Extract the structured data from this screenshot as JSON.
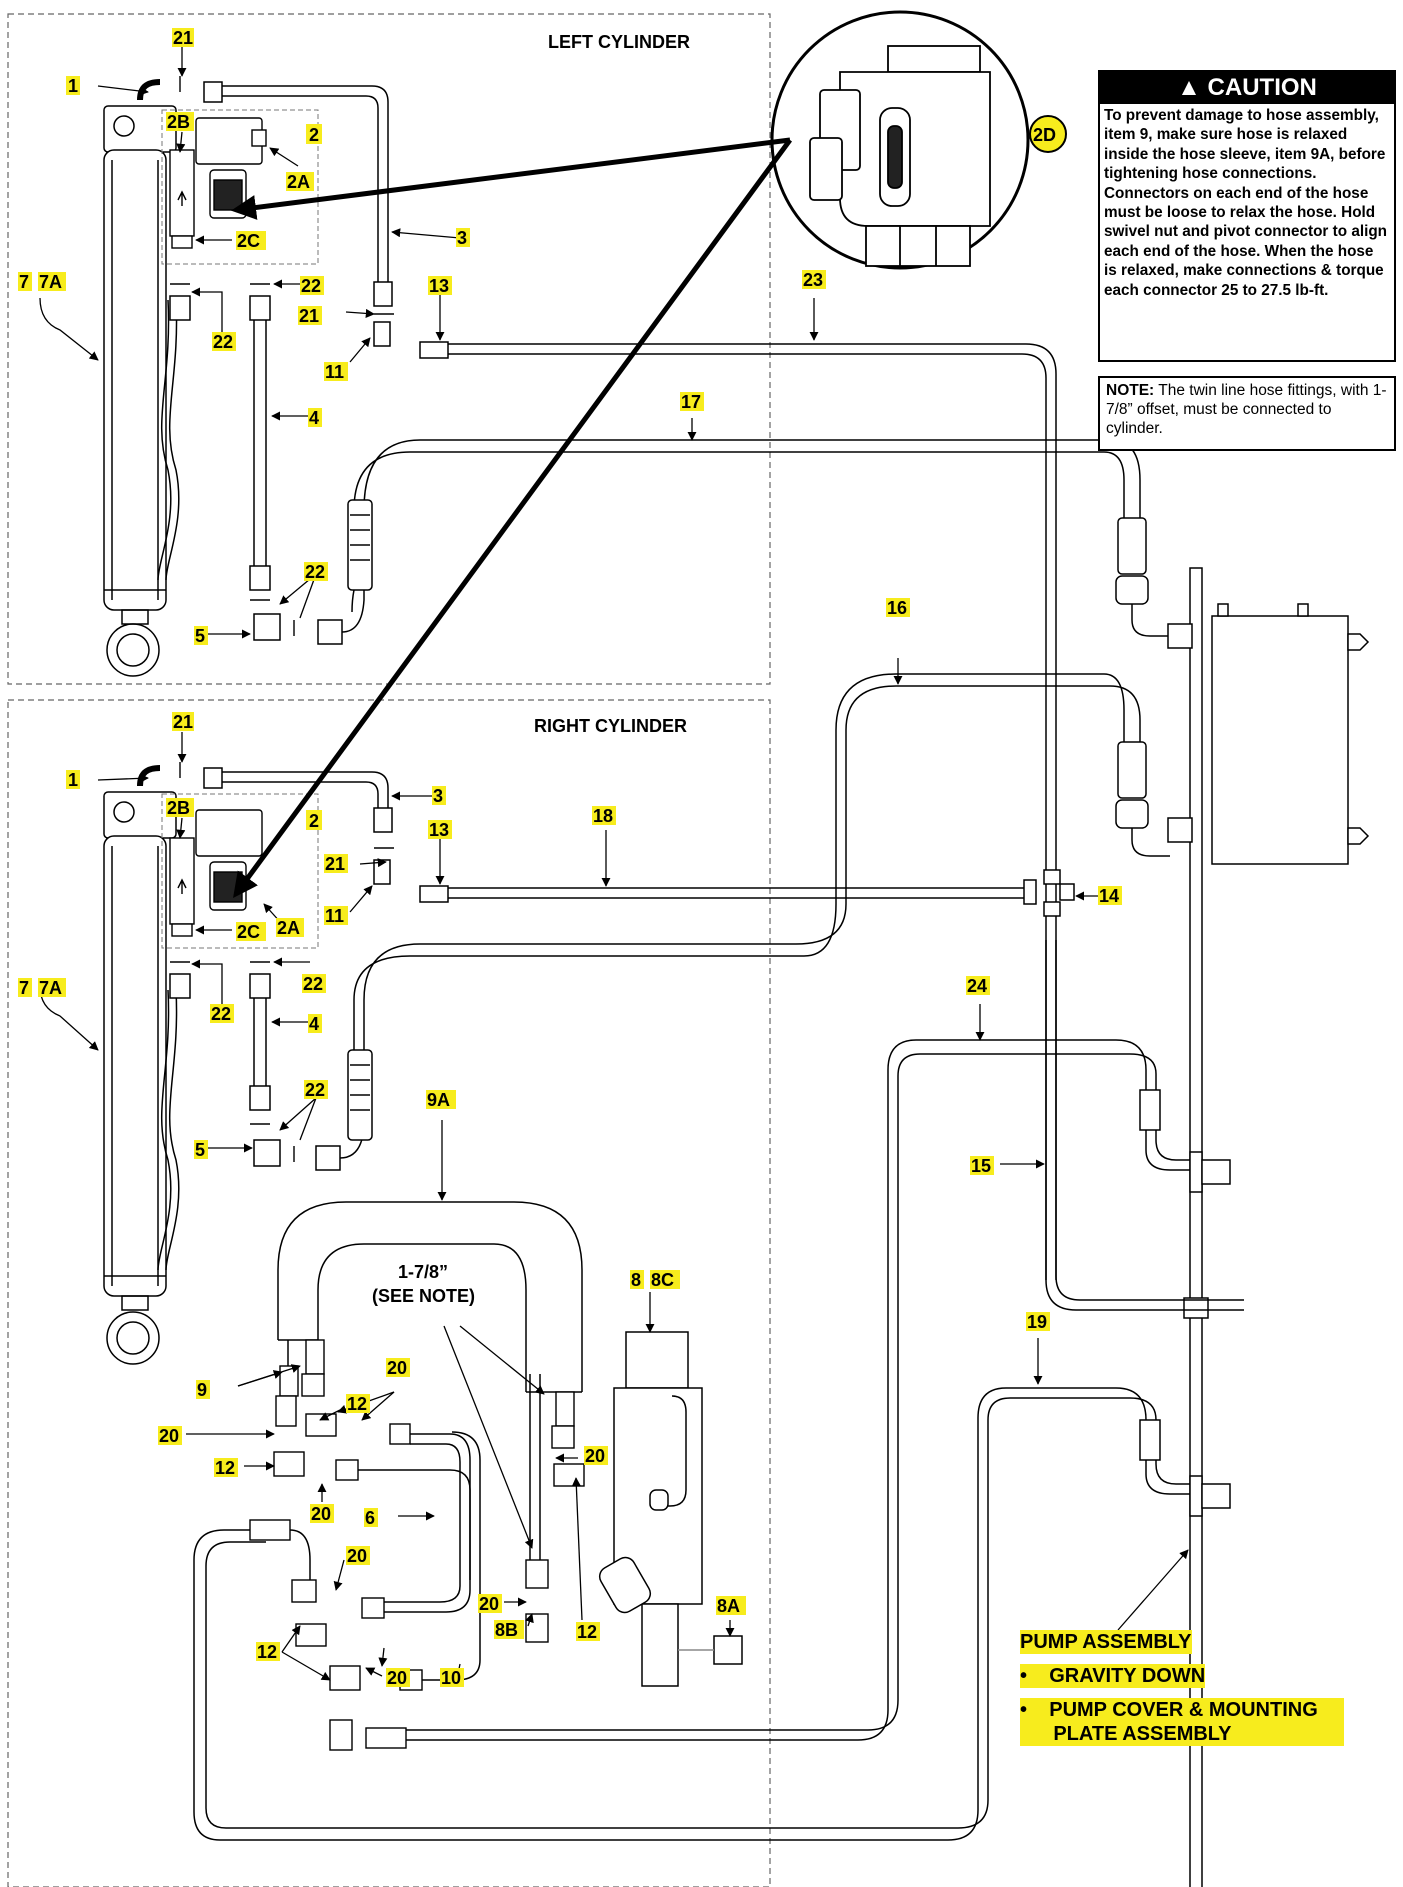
{
  "sections": {
    "left_title": "LEFT CYLINDER",
    "right_title": "RIGHT CYLINDER"
  },
  "caution": {
    "heading": "CAUTION",
    "icon": "warning-triangle-icon",
    "text": "To prevent damage to hose assembly, item 9, make sure hose is relaxed inside the hose sleeve, item 9A, before tightening hose connections. Connectors on each end of the hose must be loose to relax the hose. Hold swivel nut and pivot connector to align each end of the hose. When the hose is relaxed, make connections & torque each connector 25 to 27.5 lb-ft."
  },
  "note": {
    "label": "NOTE:",
    "text": "The twin line hose fittings, with 1-7/8” offset, must be connected to cylinder."
  },
  "offset_callout": {
    "line1": "1-7/8”",
    "line2": "(SEE NOTE)"
  },
  "pump": {
    "title": "PUMP ASSEMBLY",
    "items": [
      "GRAVITY DOWN",
      "PUMP COVER & MOUNTING",
      "PLATE ASSEMBLY"
    ]
  },
  "callouts": {
    "left": [
      "21",
      "1",
      "2B",
      "2",
      "2A",
      "2C",
      "3",
      "7",
      "7A",
      "22",
      "22",
      "21",
      "13",
      "11",
      "4",
      "23",
      "17",
      "22",
      "5",
      "16",
      "2D"
    ],
    "right": [
      "21",
      "1",
      "3",
      "2B",
      "2",
      "13",
      "18",
      "21",
      "11",
      "2A",
      "14",
      "2C",
      "22",
      "22",
      "7",
      "7A",
      "4",
      "24",
      "22",
      "5",
      "9A",
      "15",
      "1-7/8",
      "8",
      "8C",
      "19",
      "9",
      "20",
      "12",
      "20",
      "20",
      "12",
      "20",
      "6",
      "20",
      "20",
      "8A",
      "12",
      "20",
      "12",
      "8B",
      "10"
    ]
  },
  "labels": {
    "c21a": "21",
    "c1a": "1",
    "c2Ba": "2B",
    "c2a": "2",
    "c2Aa": "2A",
    "c2Ca": "2C",
    "c3a": "3",
    "c7a": "7",
    "c7Aa": "7A",
    "c22a": "22",
    "c22b": "22",
    "c21b": "21",
    "c13a": "13",
    "c11a": "11",
    "c4a": "4",
    "c23": "23",
    "c17": "17",
    "c22c": "22",
    "c5a": "5",
    "c16": "16",
    "c2D": "2D",
    "c21c": "21",
    "c1b": "1",
    "c3b": "3",
    "c2Bb": "2B",
    "c2b": "2",
    "c13b": "13",
    "c18": "18",
    "c21d": "21",
    "c11b": "11",
    "c2Ab": "2A",
    "c14": "14",
    "c2Cb": "2C",
    "c22d": "22",
    "c22e": "22",
    "c7b": "7",
    "c7Ab": "7A",
    "c4b": "4",
    "c24": "24",
    "c22f": "22",
    "c5b": "5",
    "c9A": "9A",
    "c15": "15",
    "c8": "8",
    "c8C": "8C",
    "c19": "19",
    "c9": "9",
    "c20a": "20",
    "c12a": "12",
    "c20b": "20",
    "c12b": "12",
    "c20c": "20",
    "c20d": "20",
    "c6": "6",
    "c20e": "20",
    "c20f": "20",
    "c20g": "20",
    "c8A": "8A",
    "c12c": "12",
    "c12d": "12",
    "c8B": "8B",
    "c10": "10"
  },
  "colors": {
    "highlight": "#f7ec1d",
    "ink": "#000000"
  }
}
